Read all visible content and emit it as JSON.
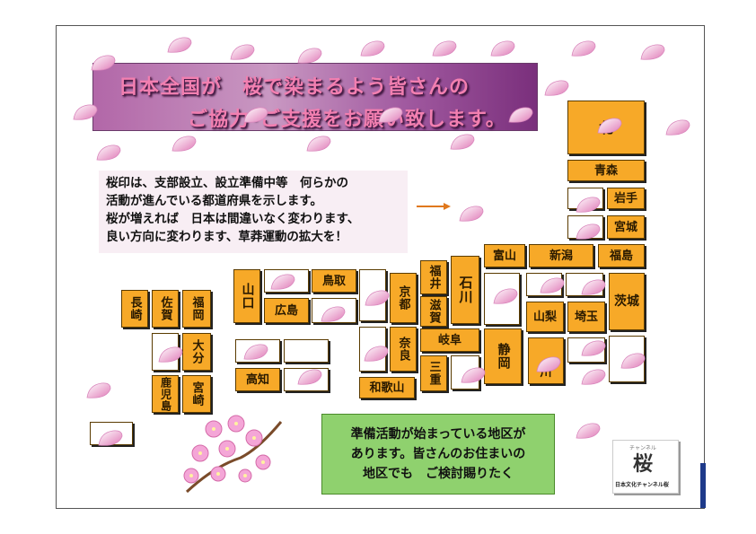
{
  "banner": {
    "line1": "日本全国が　桜で染まるよう皆さんの",
    "line2": "ご協力･ご支援をお願い致します。"
  },
  "note": {
    "lines": [
      "桜印は、支部設立、設立準備中等　何らかの",
      "活動が進んでいる都道府県を示します。",
      "桜が増えれば　日本は間違いなく変わります、",
      "良い方向に変わります、草莽運動の拡大を！"
    ]
  },
  "green_box": {
    "lines": [
      "準備活動が始まっている地区が",
      "あります。皆さんのお住まいの",
      "地区でも　ご検討賜りたく"
    ]
  },
  "logo": {
    "small": "チャンネル",
    "kanji": "桜",
    "brand": "日本文化チャンネル桜"
  },
  "prefs": {
    "hokkaido": "北",
    "aomori": "青森",
    "iwate": "岩手",
    "miyagi": "宮城",
    "toyama": "富山",
    "niigata": "新潟",
    "fukushima": "福島",
    "fukui": "福井",
    "ishikawa": "石川",
    "shiga": "滋賀",
    "kyoto": "京都",
    "tottori": "鳥取",
    "yamaguchi": "山口",
    "hiroshima": "広島",
    "nagasaki": "長崎",
    "saga": "佐賀",
    "fukuoka": "福岡",
    "oita": "大分",
    "kagoshima": "鹿児島",
    "miyazaki": "宮崎",
    "kochi": "高知",
    "nara": "奈良",
    "gifu": "岐阜",
    "mie": "三重",
    "wakayama": "和歌山",
    "shizuoka": "静岡",
    "yamanashi": "山梨",
    "saitama": "埼玉",
    "ibaraki": "茨城",
    "kanagawa": "川"
  }
}
